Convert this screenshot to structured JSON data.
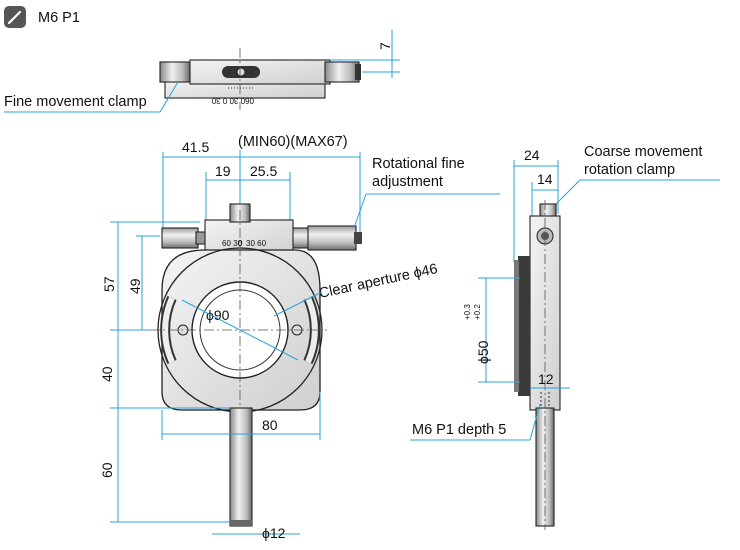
{
  "header": {
    "title": "M6 P1",
    "icon": "pencil-icon"
  },
  "labels": {
    "fine_clamp": "Fine movement clamp",
    "rot_fine_1": "Rotational fine",
    "rot_fine_2": "adjustment",
    "coarse_1": "Coarse movement",
    "coarse_2": "rotation clamp",
    "clear_aperture": "Clear aperture ϕ46",
    "m6_depth": "M6 P1 depth 5",
    "min_max": "(MIN60)(MAX67)"
  },
  "scale": {
    "left": "60 30",
    "center": "0",
    "right": "30 60",
    "inverted": "060 30 0 30"
  },
  "dimensions": {
    "top_7": "7",
    "w_41_5": "41.5",
    "w_19": "19",
    "w_25_5": "25.5",
    "h_57": "57",
    "h_49": "49",
    "d_90": "ϕ90",
    "h_40": "40",
    "w_80": "80",
    "h_60": "60",
    "d_12": "ϕ12",
    "w_24": "24",
    "w_14": "14",
    "d_50_main": "ϕ50",
    "d_50_tol_upper": "+0.3",
    "d_50_tol_lower": "+0.2",
    "w_12": "12"
  },
  "colors": {
    "dimension_line": "#2aa3d6",
    "part_fill": "#d8d8d8",
    "part_dark": "#3a3a3a",
    "outline": "#222222"
  }
}
